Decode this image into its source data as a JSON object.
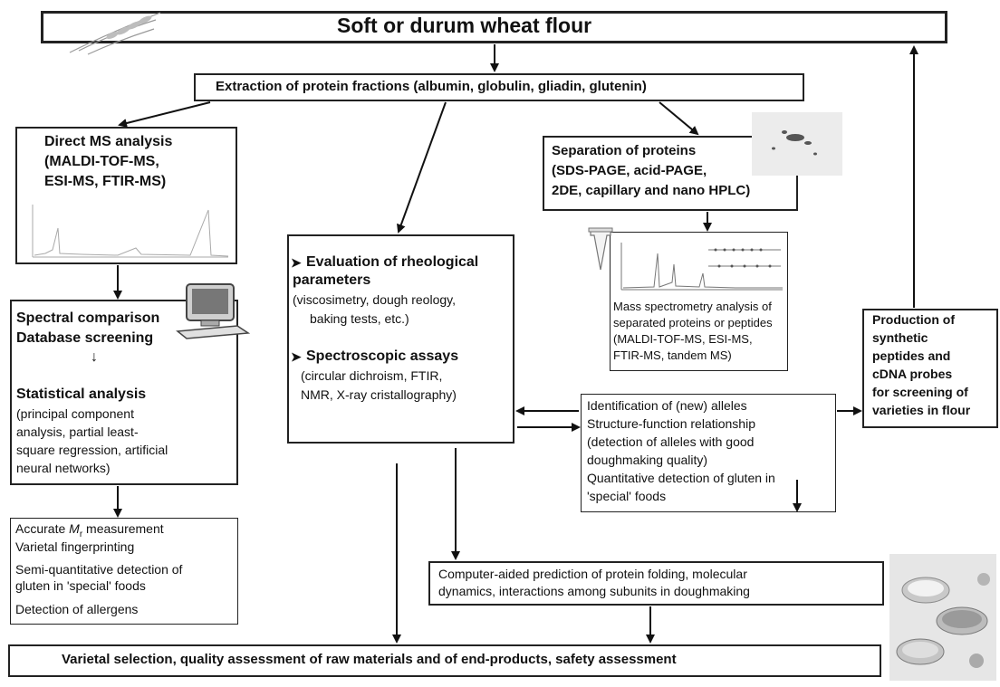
{
  "title": "Soft or durum wheat flour",
  "extraction": "Extraction of protein fractions (albumin, globulin, gliadin, glutenin)",
  "direct_ms": {
    "lines": [
      "Direct MS analysis",
      "(MALDI-TOF-MS,",
      "ESI-MS, FTIR-MS)"
    ]
  },
  "separation": {
    "lines": [
      "Separation of proteins",
      "(SDS-PAGE, acid-PAGE,",
      "2DE, capillary and nano HPLC)"
    ]
  },
  "evaluation": {
    "heading1": "Evaluation of rheological",
    "heading1b": "parameters",
    "text1": [
      "(viscosimetry, dough reology,",
      "baking tests, etc.)"
    ],
    "heading2": "Spectroscopic assays",
    "text2": [
      "(circular dichroism, FTIR,",
      "NMR, X-ray cristallography)"
    ],
    "bullet": "➤"
  },
  "mass_spec": {
    "lines": [
      "Mass spectrometry analysis of",
      "separated proteins or peptides",
      "(MALDI-TOF-MS, ESI-MS,",
      "FTIR-MS, tandem MS)"
    ]
  },
  "spectral": {
    "heading1": "Spectral comparison",
    "heading2": "Database screening",
    "small_arrow": "↓",
    "heading3": "Statistical analysis",
    "text": [
      "(principal component",
      "analysis, partial least-",
      "square regression, artificial",
      "neural networks)"
    ]
  },
  "identification": {
    "lines": [
      "Identification of (new) alleles",
      "Structure-function relationship",
      "(detection of alleles with good",
      "doughmaking quality)",
      "Quantitative detection of gluten in",
      "'special' foods"
    ]
  },
  "production": {
    "lines": [
      "Production of",
      "synthetic",
      "peptides and",
      "cDNA probes",
      "for screening of",
      "varieties in flour"
    ]
  },
  "accurate": {
    "line1_pre": "Accurate ",
    "line1_m": "M",
    "line1_sub": "r",
    "line1_post": " measurement",
    "lines": [
      "Varietal fingerprinting",
      "Semi-quantitative detection of",
      "gluten in 'special' foods",
      "Detection of allergens"
    ]
  },
  "computer": {
    "lines": [
      "Computer-aided prediction of protein folding, molecular",
      "dynamics, interactions among subunits in doughmaking"
    ]
  },
  "bottom": "Varietal selection, quality assessment of raw materials and of end-products, safety assessment"
}
